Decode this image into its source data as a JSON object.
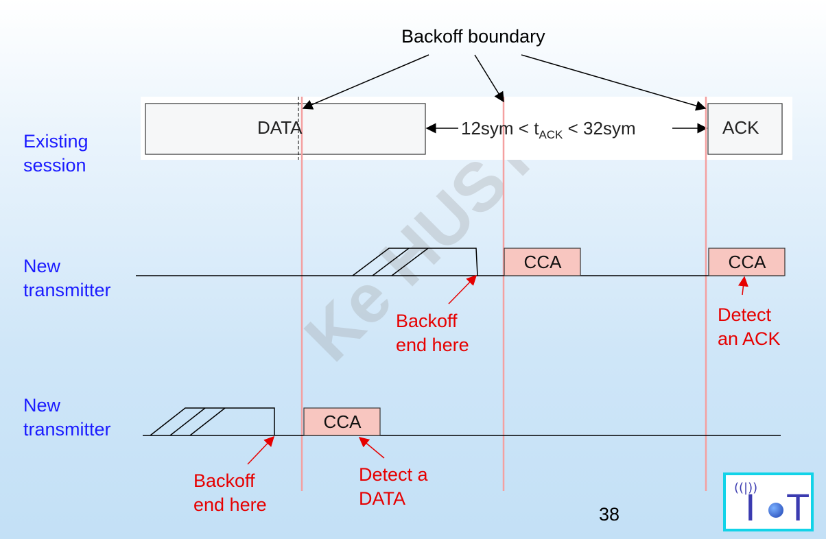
{
  "title": "Backoff boundary",
  "rows": {
    "existing": "Existing\nsession",
    "new1": "New\ntransmitter",
    "new2": "New\ntransmitter"
  },
  "frame": {
    "data": "DATA",
    "ack": "ACK",
    "interval_left": "12sym < t",
    "interval_sub": "ACK",
    "interval_right": " < 32sym"
  },
  "cca": {
    "label": "CCA"
  },
  "annotations": {
    "backoff_end_1": "Backoff\nend here",
    "detect_ack": "Detect\nan ACK",
    "backoff_end_2": "Backoff\nend here",
    "detect_data": "Detect a\nDATA"
  },
  "watermark": "Ke HUST",
  "page_number": "38",
  "logo": "IoT",
  "colors": {
    "blue_label": "#1a1aff",
    "red_label": "#e60000",
    "cca_fill": "#f8c6c0",
    "boundary_line": "#f4a0a0",
    "logo_border": "#12d3e8"
  }
}
